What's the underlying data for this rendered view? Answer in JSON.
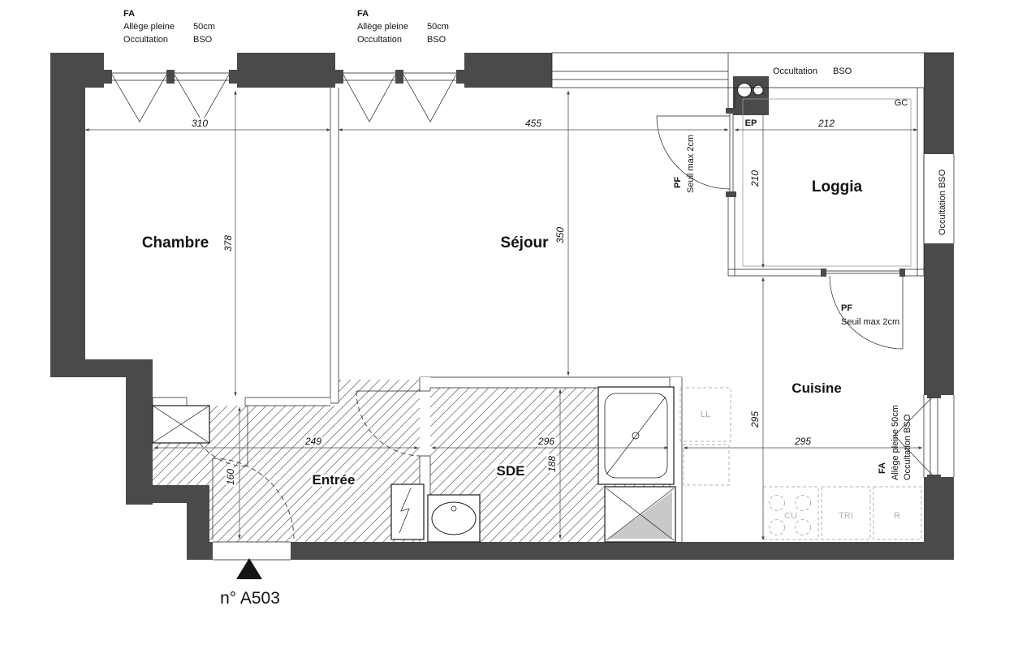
{
  "plan": {
    "unit_label": "n° A503",
    "rooms": {
      "chambre": "Chambre",
      "sejour": "Séjour",
      "loggia": "Loggia",
      "cuisine": "Cuisine",
      "entree": "Entrée",
      "sde": "SDE"
    },
    "dimensions": {
      "chambre_width": "310",
      "sejour_width": "455",
      "loggia_width": "212",
      "chambre_depth": "378",
      "sejour_depth": "350",
      "loggia_depth": "210",
      "entree_width": "249",
      "sde_width": "296",
      "cuisine_width": "295",
      "entree_depth": "160",
      "sde_depth": "188",
      "cuisine_depth": "295"
    },
    "notes": {
      "fa_window_1": {
        "code": "FA",
        "allege_label": "Allège pleine",
        "allege_value": "50cm",
        "occ_label": "Occultation",
        "occ_value": "BSO"
      },
      "fa_window_2": {
        "code": "FA",
        "allege_label": "Allège pleine",
        "allege_value": "50cm",
        "occ_label": "Occultation",
        "occ_value": "BSO"
      },
      "loggia_top": {
        "occ_label": "Occultation",
        "occ_value": "BSO"
      },
      "loggia_side": {
        "text": "Occultation  BSO"
      },
      "fa_window_kitchen": {
        "code": "FA",
        "allege": "Allège pleine  50cm",
        "occ": "Occultation    BSO"
      },
      "pf_sejour": {
        "code": "PF",
        "seuil": "Seuil max  2cm"
      },
      "pf_cuisine": {
        "code": "PF",
        "seuil": "Seuil max  2cm"
      },
      "ep": "EP",
      "gc": "GC"
    },
    "appliances": {
      "ll": "LL",
      "cu": "CU",
      "tri": "TRI",
      "r": "R"
    }
  }
}
